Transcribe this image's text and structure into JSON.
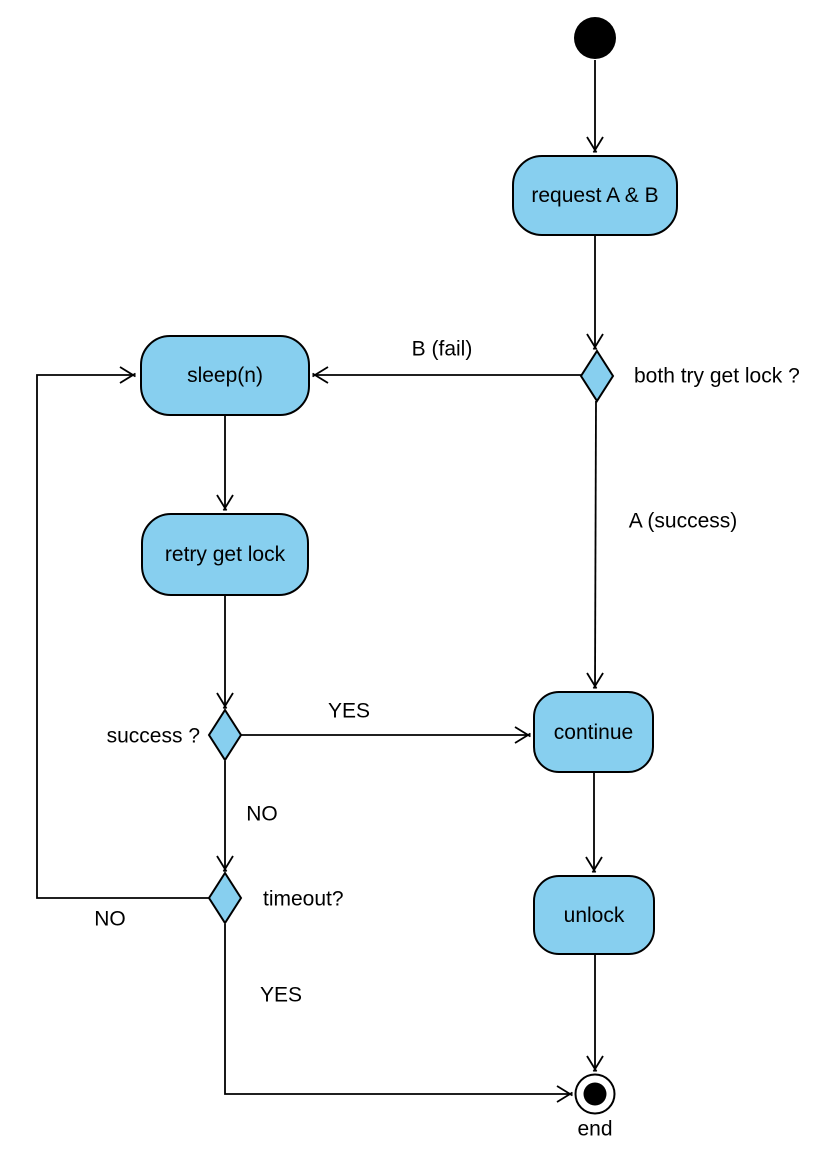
{
  "diagram": {
    "type": "uml-activity-diagram",
    "colors": {
      "node_fill": "#87CFEF",
      "stroke": "#000000",
      "background": "#ffffff"
    },
    "nodes": {
      "start": {
        "kind": "initial-node"
      },
      "request": {
        "label": "request A & B"
      },
      "decision_both_try": {
        "label": "both try get lock ?"
      },
      "sleep": {
        "label": "sleep(n)"
      },
      "retry": {
        "label": "retry get lock"
      },
      "decision_success": {
        "label": "success ?"
      },
      "continue": {
        "label": "continue"
      },
      "decision_timeout": {
        "label": "timeout?"
      },
      "unlock": {
        "label": "unlock"
      },
      "end": {
        "label": "end"
      }
    },
    "edges": {
      "b_fail": {
        "label": "B (fail)"
      },
      "a_success": {
        "label": "A (success)"
      },
      "success_yes": {
        "label": "YES"
      },
      "success_no": {
        "label": "NO"
      },
      "timeout_no": {
        "label": "NO"
      },
      "timeout_yes": {
        "label": "YES"
      }
    }
  }
}
